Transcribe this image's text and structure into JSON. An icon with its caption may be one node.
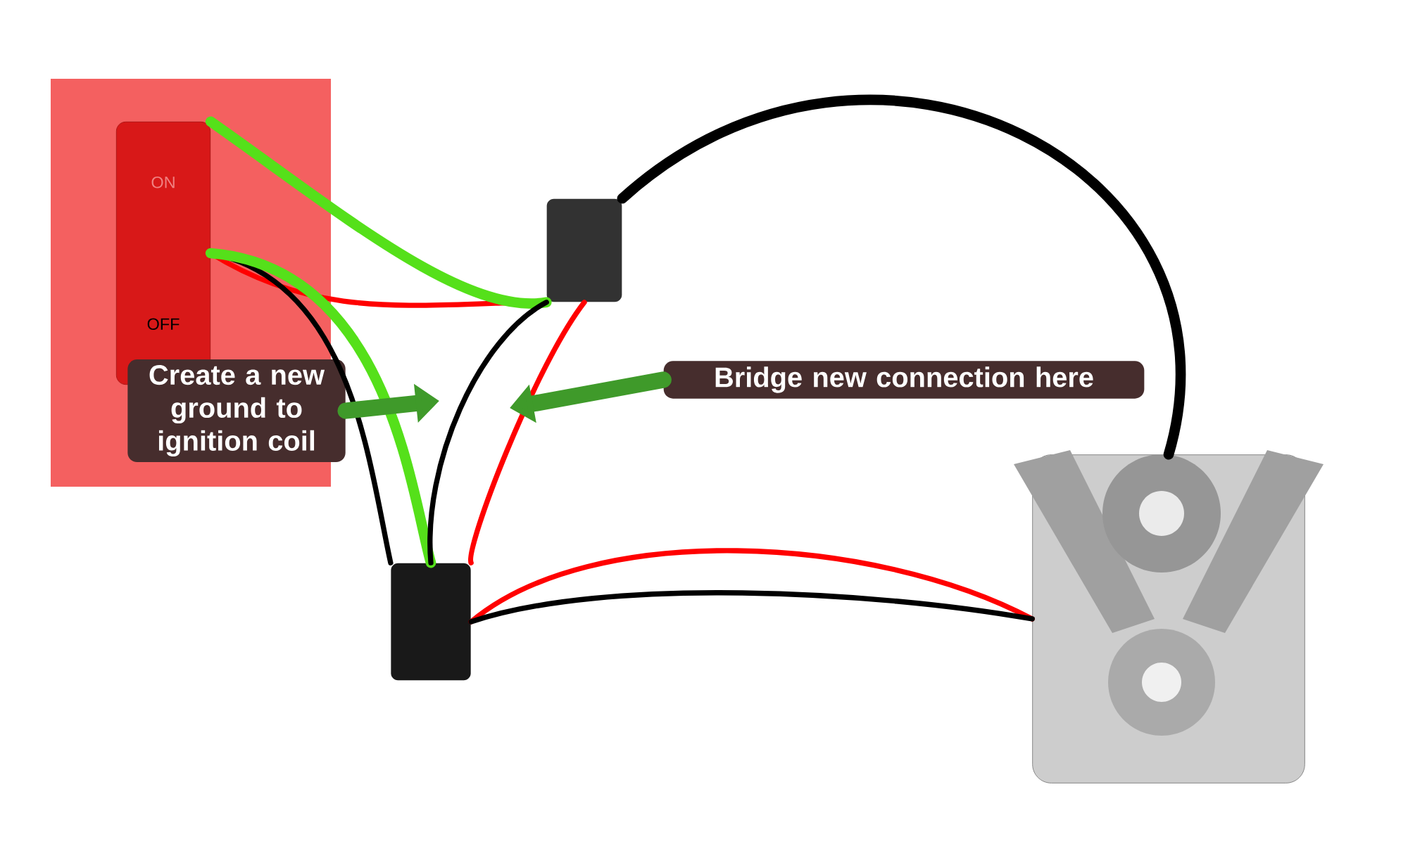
{
  "diagram": {
    "nodes": [
      {
        "text": [
          "ON",
          "OFF"
        ]
      },
      {
        "text": [],
        "shape": "box"
      },
      {
        "text": [],
        "shape": "box"
      },
      {
        "text": [],
        "shape": "picture"
      },
      {
        "text": [
          "Create a new ground to ignition coil"
        ]
      },
      {
        "text": [
          "Bridge new connection here"
        ]
      }
    ],
    "edges": [
      {
        "from": 0,
        "to": 1,
        "arrow": "none",
        "color": "#ff0000"
      },
      {
        "from": 0,
        "to": 1,
        "arrow": "none",
        "style": "thick",
        "color": "#55e01a"
      },
      {
        "from": 0,
        "to": 2,
        "arrow": "none"
      },
      {
        "from": 0,
        "to": 2,
        "arrow": "none",
        "style": "thick",
        "color": "#55e01a"
      },
      {
        "from": 1,
        "to": 2,
        "arrow": "none"
      },
      {
        "from": 1,
        "to": 2,
        "arrow": "none",
        "color": "#ff0000"
      },
      {
        "from": 2,
        "to": 3,
        "arrow": "none",
        "color": "#ff0000"
      },
      {
        "from": 2,
        "to": 3,
        "arrow": "none"
      },
      {
        "from": 1,
        "to": 3,
        "arrow": "none",
        "style": "thick"
      },
      {
        "from": 4,
        "to": null,
        "arrow": "to",
        "style": "thick",
        "color": "#3f9a2a"
      },
      {
        "from": 5,
        "to": null,
        "arrow": "to",
        "style": "thick",
        "color": "#3f9a2a"
      }
    ]
  }
}
